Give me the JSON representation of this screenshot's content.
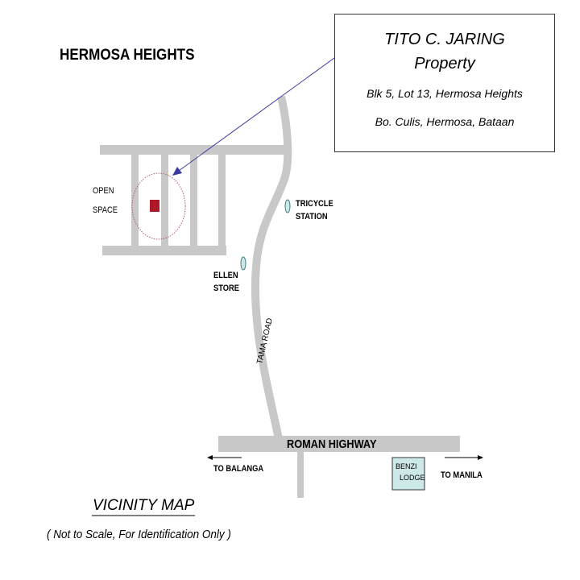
{
  "area_title": "HERMOSA HEIGHTS",
  "property": {
    "owner": "TITO C. JARING",
    "label": "Property",
    "address_line1": "Blk 5,  Lot 13, Hermosa Heights",
    "address_line2": "Bo. Culis, Hermosa, Bataan"
  },
  "landmarks": {
    "open_space": [
      "OPEN",
      "SPACE"
    ],
    "tricycle_station": [
      "TRICYCLE",
      "STATION"
    ],
    "ellen_store": [
      "ELLEN",
      "STORE"
    ],
    "benzi_lodge": [
      "BENZI",
      "LODGE"
    ]
  },
  "roads": {
    "tama_road": "TAMA ROAD",
    "highway": "ROMAN HIGHWAY",
    "to_west": "TO BALANGA",
    "to_east": "TO MANILA"
  },
  "footer": {
    "title": "VICINITY  MAP",
    "note": "( Not to Scale, For Identification Only )"
  },
  "colors": {
    "road": "#c8c8c8",
    "property_marker": "#b0182a",
    "lodge": "#cde8e8",
    "pointer": "#3a3aa0"
  }
}
